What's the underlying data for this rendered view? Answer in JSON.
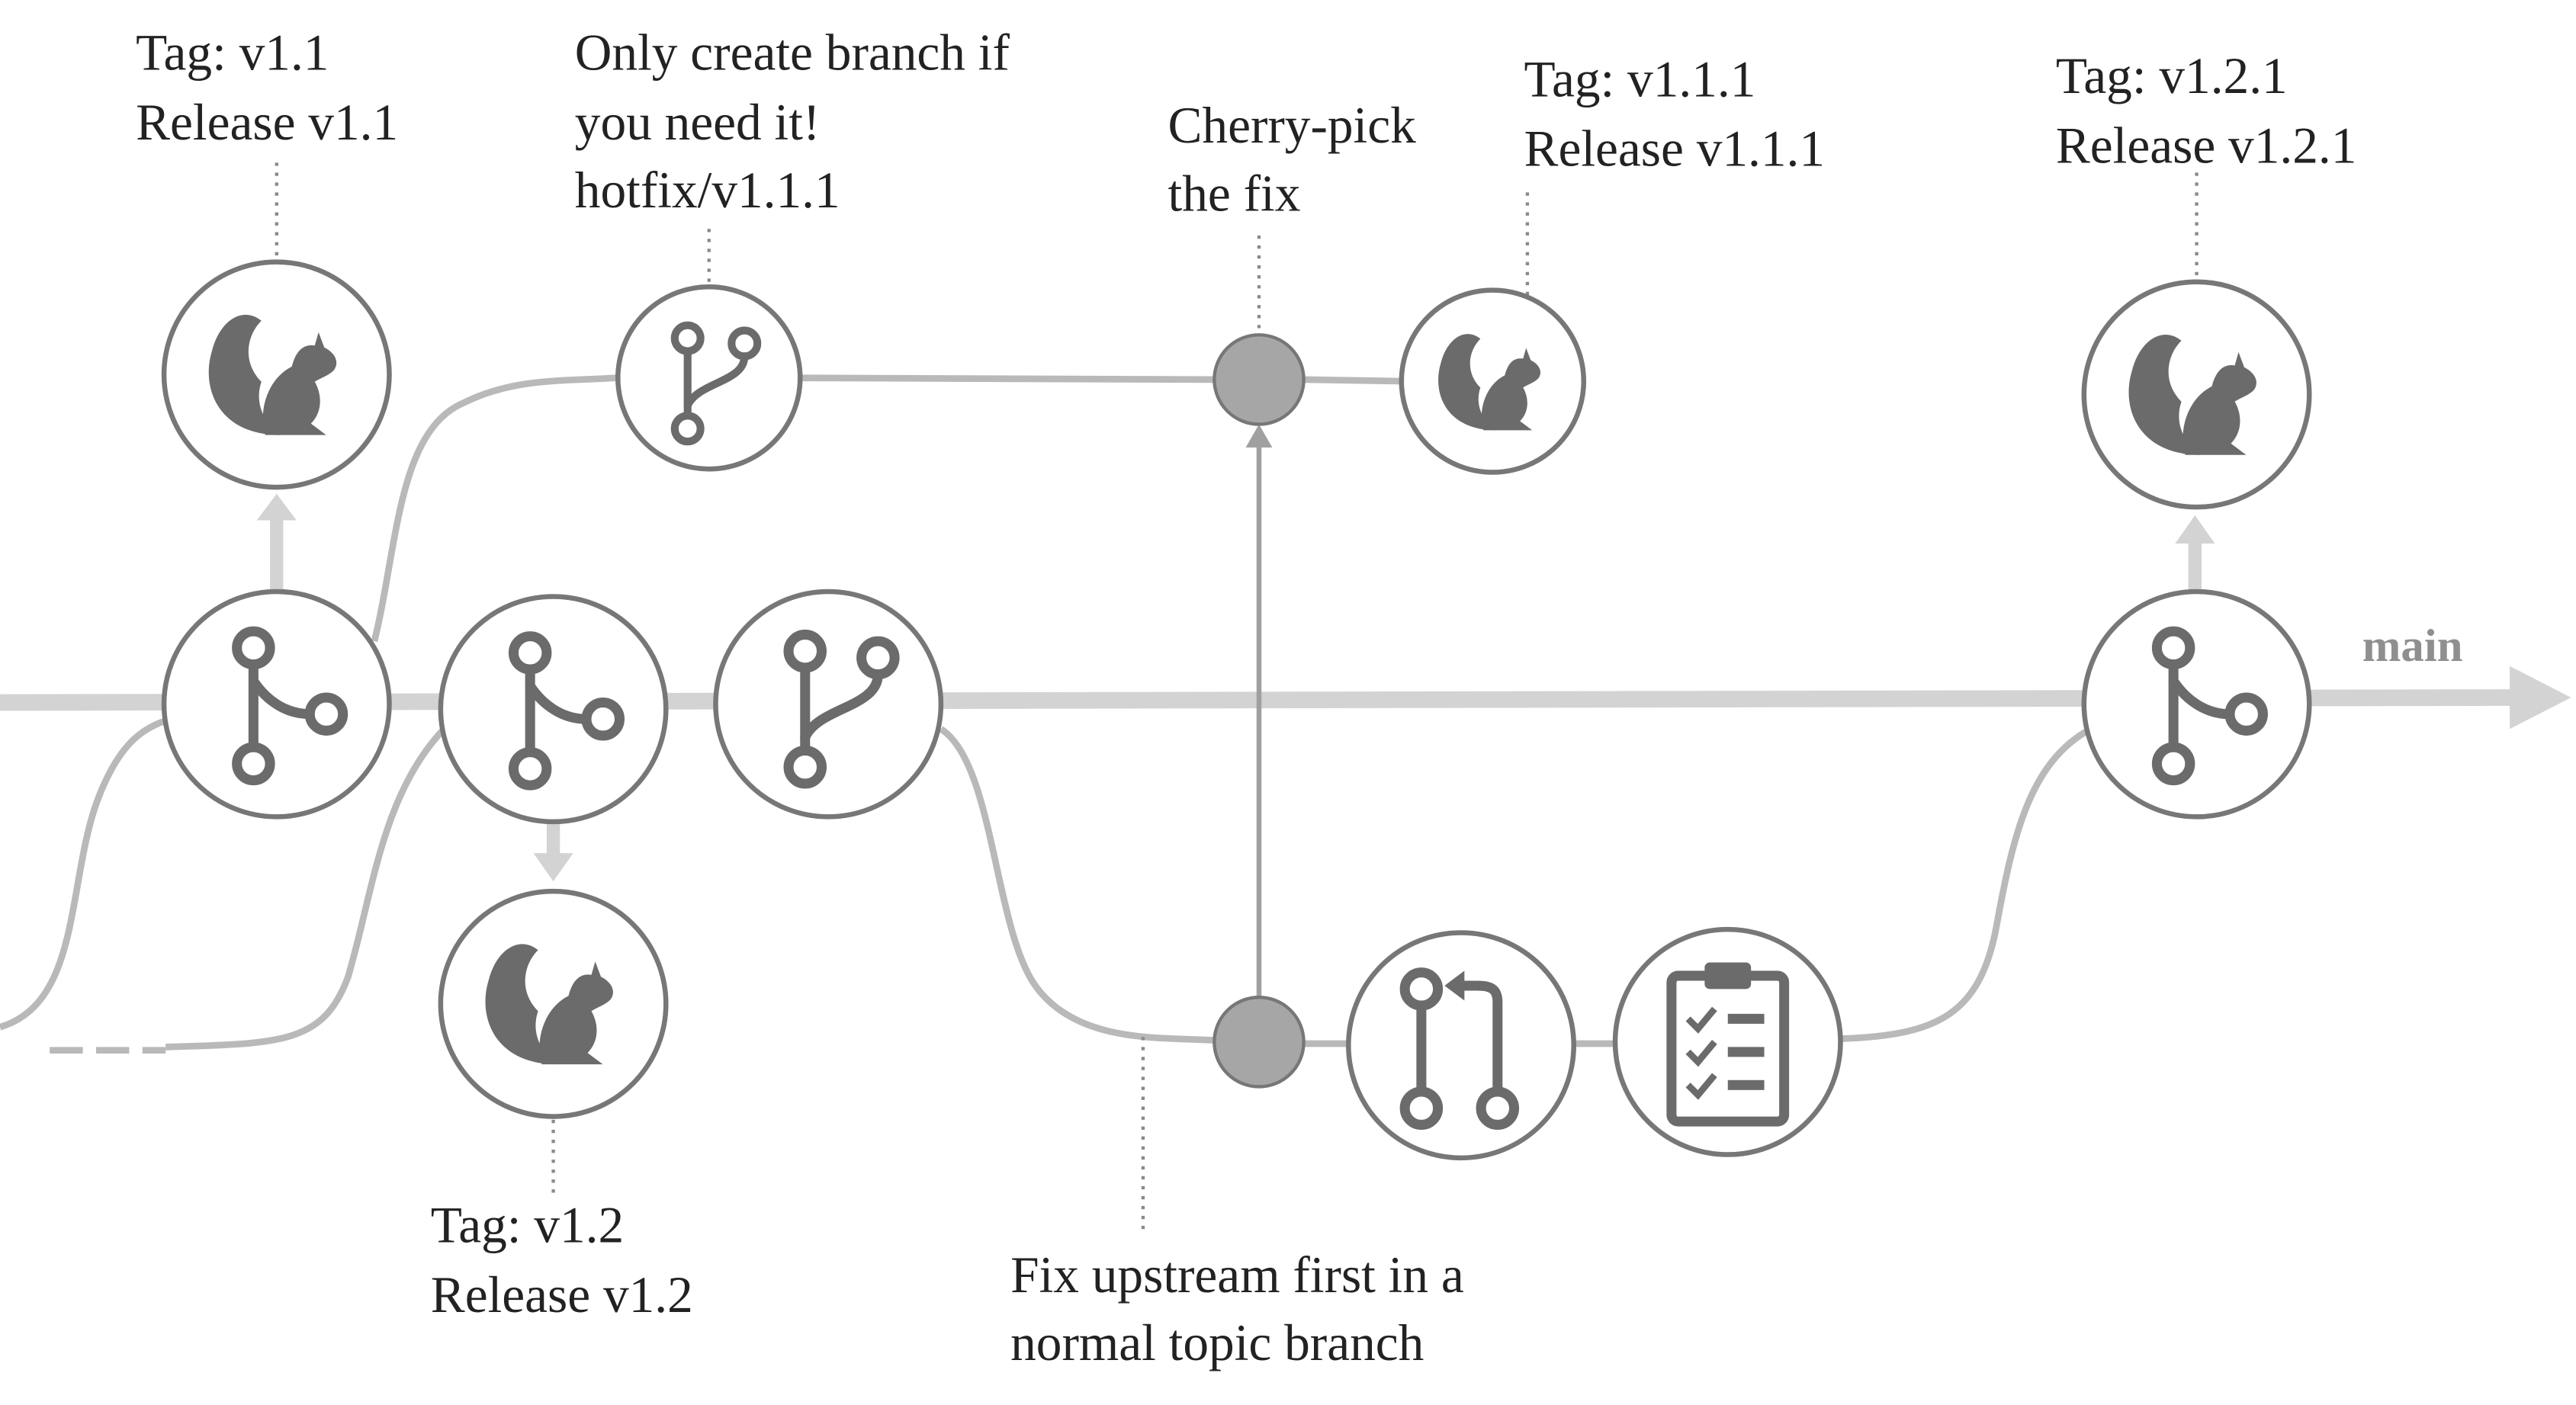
{
  "main_label": "main",
  "colors": {
    "main_line": "#d3d3d3",
    "branch_line": "#b9b9b9",
    "node_stroke": "#777777",
    "icon": "#6b6b6b",
    "commit_fill": "#a6a6a6",
    "leader": "#8a8a8a"
  },
  "annotations": {
    "tag_v1_1": [
      "Tag: v1.1",
      "Release v1.1"
    ],
    "hotfix_note": [
      "Only create branch if",
      "you need it!",
      "hotfix/v1.1.1"
    ],
    "cherry_pick": [
      "Cherry-pick",
      "the fix"
    ],
    "tag_v1_1_1": [
      "Tag: v1.1.1",
      "Release v1.1.1"
    ],
    "tag_v1_2_1": [
      "Tag: v1.2.1",
      "Release v1.2.1"
    ],
    "tag_v1_2": [
      "Tag: v1.2",
      "Release v1.2"
    ],
    "fix_upstream": [
      "Fix upstream first in a",
      "normal topic branch"
    ]
  },
  "nodes": [
    {
      "name": "release-v1-1-squirrel-node",
      "icon": "squirrel-icon"
    },
    {
      "name": "hotfix-branch-node",
      "icon": "branch-icon"
    },
    {
      "name": "cherry-pick-commit",
      "icon": "commit-dot"
    },
    {
      "name": "release-v1-1-1-squirrel-node",
      "icon": "squirrel-icon"
    },
    {
      "name": "release-v1-2-1-squirrel-node",
      "icon": "squirrel-icon"
    },
    {
      "name": "merge-node-1",
      "icon": "merge-icon"
    },
    {
      "name": "merge-node-2",
      "icon": "merge-icon"
    },
    {
      "name": "branch-node-main",
      "icon": "branch-icon"
    },
    {
      "name": "merge-node-3",
      "icon": "merge-icon"
    },
    {
      "name": "release-v1-2-squirrel-node",
      "icon": "squirrel-icon"
    },
    {
      "name": "fix-commit",
      "icon": "commit-dot"
    },
    {
      "name": "pull-request-node",
      "icon": "pull-request-icon"
    },
    {
      "name": "checklist-node",
      "icon": "checklist-icon"
    }
  ]
}
